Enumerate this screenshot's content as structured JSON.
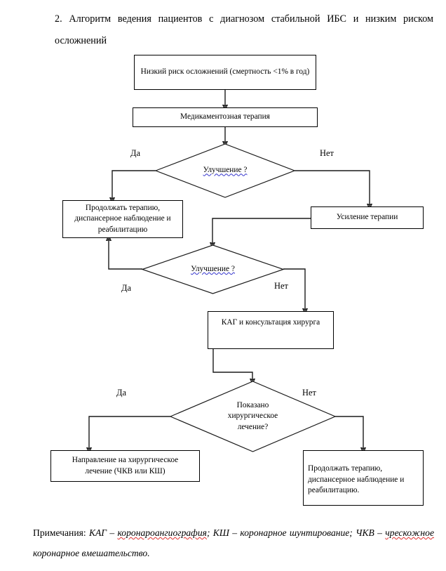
{
  "document": {
    "heading": "2. Алгоритм ведения пациентов с диагнозом стабильной ИБС и низким риском осложнений",
    "note": {
      "lead": "Примечания: ",
      "seg1": "КАГ – ",
      "term1": "коронароангиография",
      "seg2": "; КШ – коронарное шунтирование; ЧКВ – ",
      "term2": "чрескожное",
      "seg3": " коронарное вмешательство."
    }
  },
  "flowchart": {
    "type": "flowchart",
    "nodes": {
      "start": {
        "id": "start",
        "shape": "process",
        "label": "Низкий риск осложнений (смертность <1% в год)"
      },
      "therapy": {
        "id": "therapy",
        "shape": "process",
        "label": "Медикаментозная терапия"
      },
      "decision1": {
        "id": "decision1",
        "shape": "decision",
        "label": "Улучшение ?",
        "spellcheck": "blue"
      },
      "continue1": {
        "id": "continue1",
        "shape": "process",
        "line1": "Продолжать терапию,",
        "line2": "диспансерное наблюдение и",
        "line3": "реабилитацию"
      },
      "intensify": {
        "id": "intensify",
        "shape": "process",
        "label": "Усиление терапии"
      },
      "decision2": {
        "id": "decision2",
        "shape": "decision",
        "label": "Улучшение ?",
        "spellcheck": "blue"
      },
      "kag": {
        "id": "kag",
        "shape": "process",
        "label": "КАГ и консультация хирурга"
      },
      "decision3": {
        "id": "decision3",
        "shape": "decision",
        "line1": "Показано",
        "line2": "хирургическое",
        "line3": "лечение?"
      },
      "surgery": {
        "id": "surgery",
        "shape": "process",
        "line1": "Направление на хирургическое",
        "line2": "лечение (ЧКВ или КШ)"
      },
      "continue2": {
        "id": "continue2",
        "shape": "process",
        "line1": "Продолжать терапию,",
        "line2": "диспансерное наблюдение и",
        "line3": "реабилитацию."
      }
    },
    "edge_labels": {
      "yes": "Да",
      "no": "Нет"
    },
    "edges": [
      {
        "from": "start",
        "to": "therapy",
        "label": ""
      },
      {
        "from": "therapy",
        "to": "decision1",
        "label": ""
      },
      {
        "from": "decision1",
        "to": "continue1",
        "label": "Да"
      },
      {
        "from": "decision1",
        "to": "intensify",
        "label": "Нет"
      },
      {
        "from": "intensify",
        "to": "decision2",
        "label": ""
      },
      {
        "from": "decision2",
        "to": "continue1",
        "label": "Да"
      },
      {
        "from": "decision2",
        "to": "kag",
        "label": "Нет"
      },
      {
        "from": "kag",
        "to": "decision3",
        "label": ""
      },
      {
        "from": "decision3",
        "to": "surgery",
        "label": "Да"
      },
      {
        "from": "decision3",
        "to": "continue2",
        "label": "Нет"
      }
    ]
  },
  "colors": {
    "stroke": "#1a1a1a",
    "spell_blue": "#3333cc",
    "spell_red": "#e03030",
    "background": "#ffffff"
  }
}
